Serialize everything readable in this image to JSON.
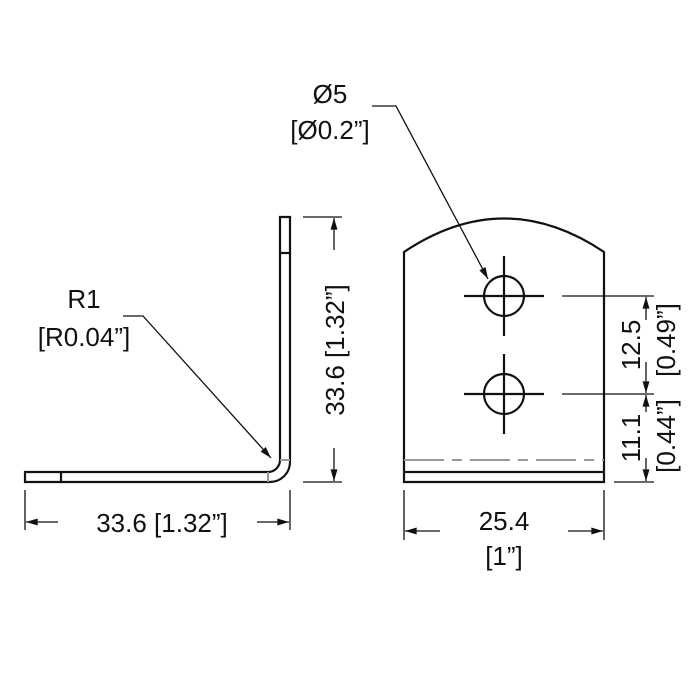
{
  "side_view": {
    "radius_label": "R1",
    "radius_label_in": "[R0.04”]",
    "height_dim": "33.6 [1.32”]",
    "width_dim": "33.6 [1.32”]"
  },
  "front_view": {
    "hole_label": "Ø5",
    "hole_label_in": "[Ø0.2”]",
    "hole_spacing": "12.5",
    "hole_spacing_in": "[0.49”]",
    "edge_distance": "11.1",
    "edge_distance_in": "[0.44”]",
    "width_dim": "25.4",
    "width_dim_in": "[1”]"
  }
}
